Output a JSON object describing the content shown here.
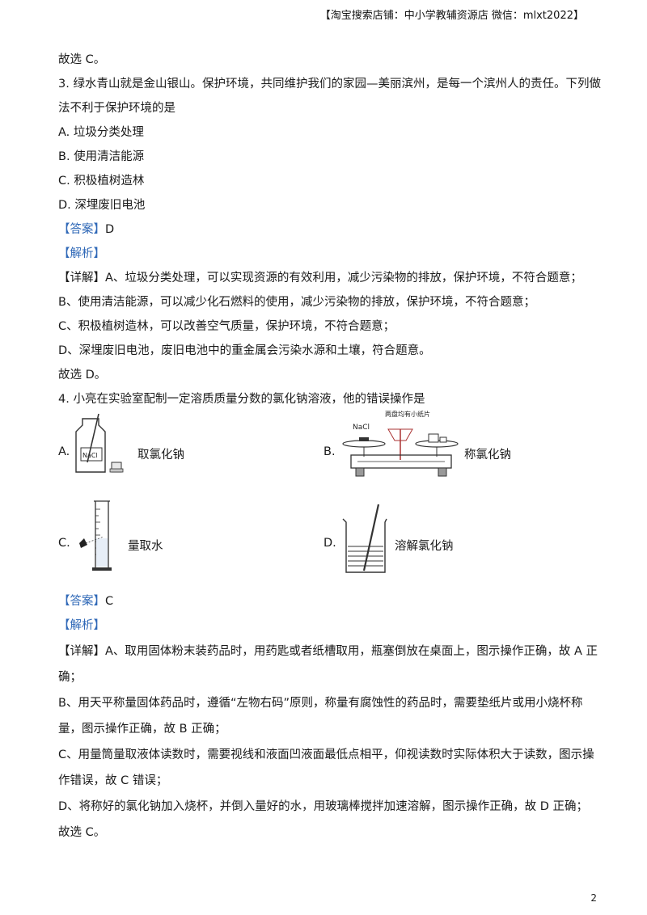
{
  "header": "【淘宝搜索店铺：中小学教辅资源店  微信：mlxt2022】",
  "lines": {
    "l1": "故选 C。",
    "q3a": "3. 绿水青山就是金山银山。保护环境，共同维护我们的家园—美丽滨州，是每一个滨州人的责任。下列做",
    "q3b": "法不利于保护环境的是",
    "q3_optA": "A.  垃圾分类处理",
    "q3_optB": "B.  使用清洁能源",
    "q3_optC": "C.  积极植树造林",
    "q3_optD": "D.  深埋废旧电池",
    "q3_answer_tag": "【答案】",
    "q3_answer": "D",
    "q3_analysis_tag": "【解析】",
    "q3_detail1": "【详解】A、垃圾分类处理，可以实现资源的有效利用，减少污染物的排放，保护环境，不符合题意；",
    "q3_detail2": "B、使用清洁能源，可以减少化石燃料的使用，减少污染物的排放，保护环境，不符合题意；",
    "q3_detail3": "C、积极植树造林，可以改善空气质量，保护环境，不符合题意；",
    "q3_detail4": "D、深埋废旧电池，废旧电池中的重金属会污染水源和土壤，符合题意。",
    "q3_end": "故选 D。",
    "q4": "4. 小亮在实验室配制一定溶质质量分数的氯化钠溶液，他的错误操作是",
    "q4_answer_tag": "【答案】",
    "q4_answer": "C",
    "q4_analysis_tag": "【解析】",
    "q4_detail1a": "【详解】A、取用固体粉末装药品时，用药匙或者纸槽取用，瓶塞倒放在桌面上，图示操作正确，故 A 正",
    "q4_detail1b": "确；",
    "q4_detail2a": "B、用天平称量固体药品时，遵循“左物右码”原则，称量有腐蚀性的药品时，需要垫纸片或用小烧杯称",
    "q4_detail2b": "量，图示操作正确，故 B 正确；",
    "q4_detail3a": "C、用量筒量取液体读数时，需要视线和液面凹液面最低点相平，仰视读数时实际体积大于读数，图示操",
    "q4_detail3b": "作错误，故 C 错误；",
    "q4_detail4": "D、将称好的氯化钠加入烧杯，并倒入量好的水，用玻璃棒搅拌加速溶解，图示操作正确，故 D 正确；",
    "q4_end": "故选 C。"
  },
  "q4_options": {
    "A": {
      "letter": "A.",
      "caption": "取氯化钠",
      "bottle_label": "NaCl"
    },
    "B": {
      "letter": "B.",
      "caption": "称氯化钠",
      "pan_label": "NaCl",
      "top_label": "两盘均有小纸片"
    },
    "C": {
      "letter": "C.",
      "caption": "量取水"
    },
    "D": {
      "letter": "D.",
      "caption": "溶解氯化钠"
    }
  },
  "page_number": "2",
  "colors": {
    "tag": "#2f68b7",
    "text": "#1a1a1a"
  }
}
